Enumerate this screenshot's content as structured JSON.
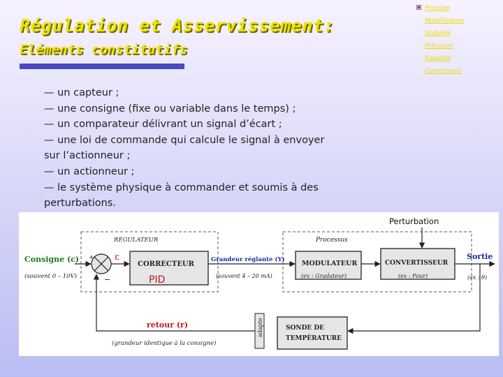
{
  "header": {
    "title": "Régulation et Asservissement:",
    "subtitle": "Eléments constitutifs"
  },
  "nav": {
    "items": [
      "Principe",
      "Modélisation",
      "Stabilité",
      "Précision",
      "Rapidité",
      "Correcteurs"
    ]
  },
  "bullets": [
    "— un capteur ;",
    "— une consigne (fixe ou variable dans le temps) ;",
    "— un comparateur délivrant un signal d’écart ;",
    "— une loi de commande qui calcule le signal à envoyer",
    "sur l’actionneur ;",
    "— un actionneur ;",
    "— le système physique à commander et soumis à des",
    "perturbations."
  ],
  "diagram": {
    "perturbation": "Perturbation",
    "regulateur": "RÉGULATEUR",
    "processus": "Processus",
    "consigne": "Consigne (c)",
    "consigne_range": "(souvent 0 – 10V)",
    "epsilon": "ε",
    "correcteur": "CORRECTEUR",
    "pid": "PID",
    "grandeur_reglante": "Grandeur réglante (Y)",
    "grandeur_range": "(souvent 4 – 20 mA)",
    "modulateur": "MODULATEUR",
    "modulateur_ex": "(ex : Gradateur)",
    "convertisseur": "CONVERTISSEUR",
    "convertisseur_ex": "(ex : Four)",
    "sortie": "Sortie",
    "sortie_ex": "(ex : θ)",
    "retour": "retour (r)",
    "retour_note": "(grandeur identique à la consigne)",
    "adapter": "adapte",
    "sonde_line1": "SONDE DE",
    "sonde_line2": "TEMPÉRATURE"
  },
  "colors": {
    "title": "#efe300",
    "bar": "#4848c0",
    "blue_text": "#1a2aa0",
    "red_text": "#c01818",
    "green_text": "#1a7a1a"
  }
}
